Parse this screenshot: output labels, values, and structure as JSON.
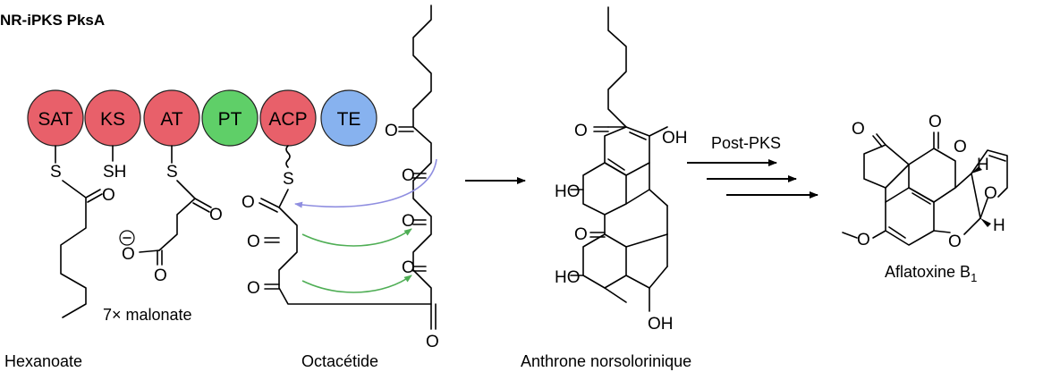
{
  "title": "NR-iPKS PksA",
  "domains": [
    {
      "label": "SAT",
      "color": "#e8606a"
    },
    {
      "label": "KS",
      "color": "#e8606a"
    },
    {
      "label": "AT",
      "color": "#e8606a"
    },
    {
      "label": "PT",
      "color": "#5fcf68"
    },
    {
      "label": "ACP",
      "color": "#e8606a"
    },
    {
      "label": "TE",
      "color": "#87b2ef"
    }
  ],
  "atoms": {
    "s": "S",
    "sh": "SH",
    "o": "O",
    "oh": "OH",
    "ho": "HO",
    "h": "H"
  },
  "step_label": "Post-PKS",
  "labels": {
    "hexanoate": "Hexanoate",
    "malonate": "7× malonate",
    "octacetide": "Octacétide",
    "anthrone": "Anthrone norsolorinique",
    "aflatoxin": "Aflatoxine B",
    "aflatoxin_sub": "1"
  },
  "colors": {
    "transfer_arrow": "#8f8ee0",
    "cyclization_arrow": "#4fae55"
  }
}
